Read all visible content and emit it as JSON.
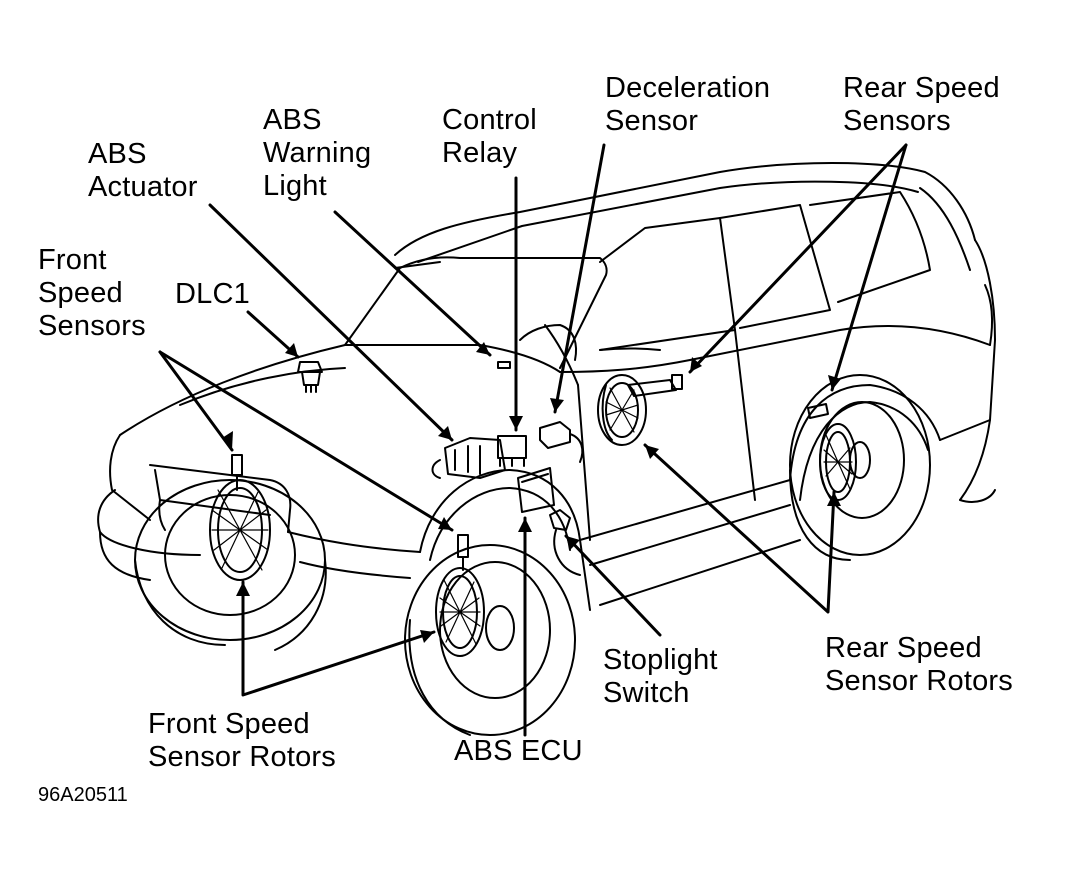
{
  "diagram": {
    "labels": {
      "abs_actuator": [
        "ABS",
        "Actuator"
      ],
      "abs_warning_light": [
        "ABS",
        "Warning",
        "Light"
      ],
      "control_relay": [
        "Control",
        "Relay"
      ],
      "deceleration_sensor": [
        "Deceleration",
        "Sensor"
      ],
      "rear_speed_sensors": [
        "Rear Speed",
        "Sensors"
      ],
      "front_speed_sensors": [
        "Front",
        "Speed",
        "Sensors"
      ],
      "dlc1": "DLC1",
      "stoplight_switch": [
        "Stoplight",
        "Switch"
      ],
      "rear_speed_sensor_rotors": [
        "Rear Speed",
        "Sensor Rotors"
      ],
      "front_speed_sensor_rotors": [
        "Front Speed",
        "Sensor Rotors"
      ],
      "abs_ecu": "ABS ECU"
    },
    "figure_code": "96A20511"
  }
}
